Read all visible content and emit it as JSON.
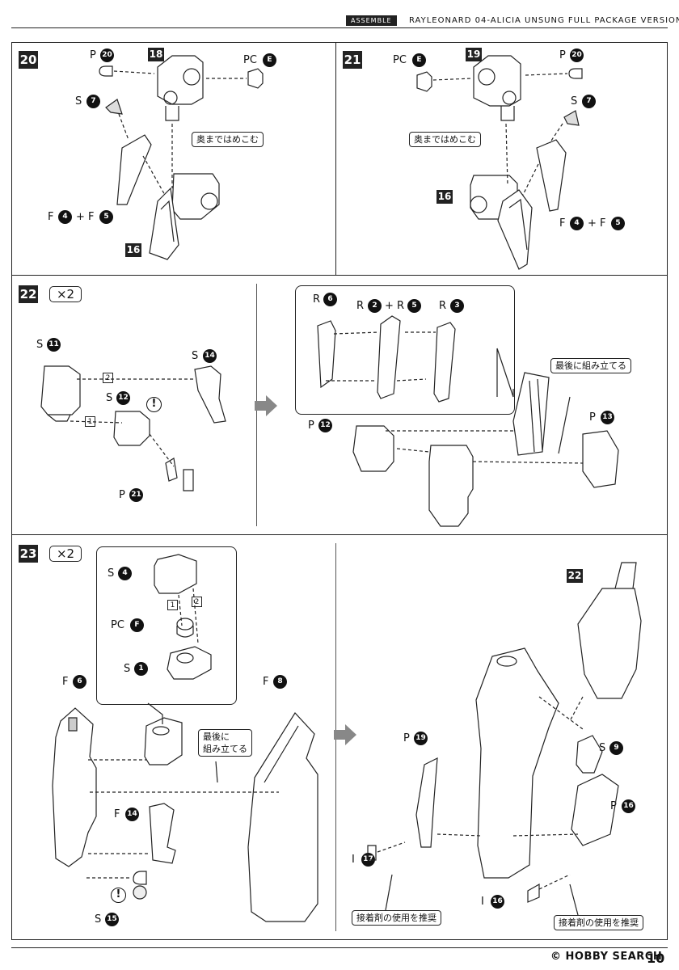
{
  "header": {
    "tag": "ASSEMBLE",
    "title": "RAYLEONARD 04-ALICIA UNSUNG FULL PACKAGE VERSION"
  },
  "steps": {
    "s20": {
      "number": "20",
      "part_main": "18",
      "part_base": "16",
      "pc": "PC",
      "pc_id": "E",
      "p": "P",
      "p_id": "20",
      "s": "S",
      "s_id": "7",
      "f": "F",
      "f_a": "4",
      "plus": "+",
      "f2": "F",
      "f_b": "5",
      "note": "奥まではめこむ"
    },
    "s21": {
      "number": "21",
      "part_main": "19",
      "part_base": "16",
      "pc": "PC",
      "pc_id": "E",
      "p": "P",
      "p_id": "20",
      "s": "S",
      "s_id": "7",
      "f": "F",
      "f_a": "4",
      "plus": "+",
      "f2": "F",
      "f_b": "5",
      "note": "奥まではめこむ"
    },
    "s22": {
      "number": "22",
      "multiplier": "×2",
      "s_a": "S",
      "s_a_id": "11",
      "s_b": "S",
      "s_b_id": "14",
      "s_c": "S",
      "s_c_id": "12",
      "p_a": "P",
      "p_a_id": "21",
      "order_1": "1",
      "order_2": "2",
      "excl": "!",
      "r_a": "R",
      "r_a_id": "6",
      "r_b": "R",
      "r_b_id": "2",
      "r_plus": "+",
      "r_c": "R",
      "r_c_id": "5",
      "r_d": "R",
      "r_d_id": "3",
      "p_b": "P",
      "p_b_id": "12",
      "p_c": "P",
      "p_c_id": "13",
      "note": "最後に組み立てる"
    },
    "s23": {
      "number": "23",
      "multiplier": "×2",
      "s_a": "S",
      "s_a_id": "4",
      "pc": "PC",
      "pc_id": "F",
      "s_b": "S",
      "s_b_id": "1",
      "order_1": "1",
      "order_2": "2",
      "f_a": "F",
      "f_a_id": "6",
      "f_b": "F",
      "f_b_id": "8",
      "f_c": "F",
      "f_c_id": "14",
      "s_c": "S",
      "s_c_id": "15",
      "excl": "!",
      "note_line1": "最後に",
      "note_line2": "組み立てる",
      "part_22": "22",
      "s_d": "S",
      "s_d_id": "9",
      "p_a": "P",
      "p_a_id": "19",
      "p_b": "P",
      "p_b_id": "16",
      "i_a": "I",
      "i_a_id": "17",
      "i_b": "I",
      "i_b_id": "16",
      "glue_note": "接着剤の使用を推奨"
    }
  },
  "footer": {
    "watermark": "© HOBBY SEARCH",
    "page": "10"
  }
}
